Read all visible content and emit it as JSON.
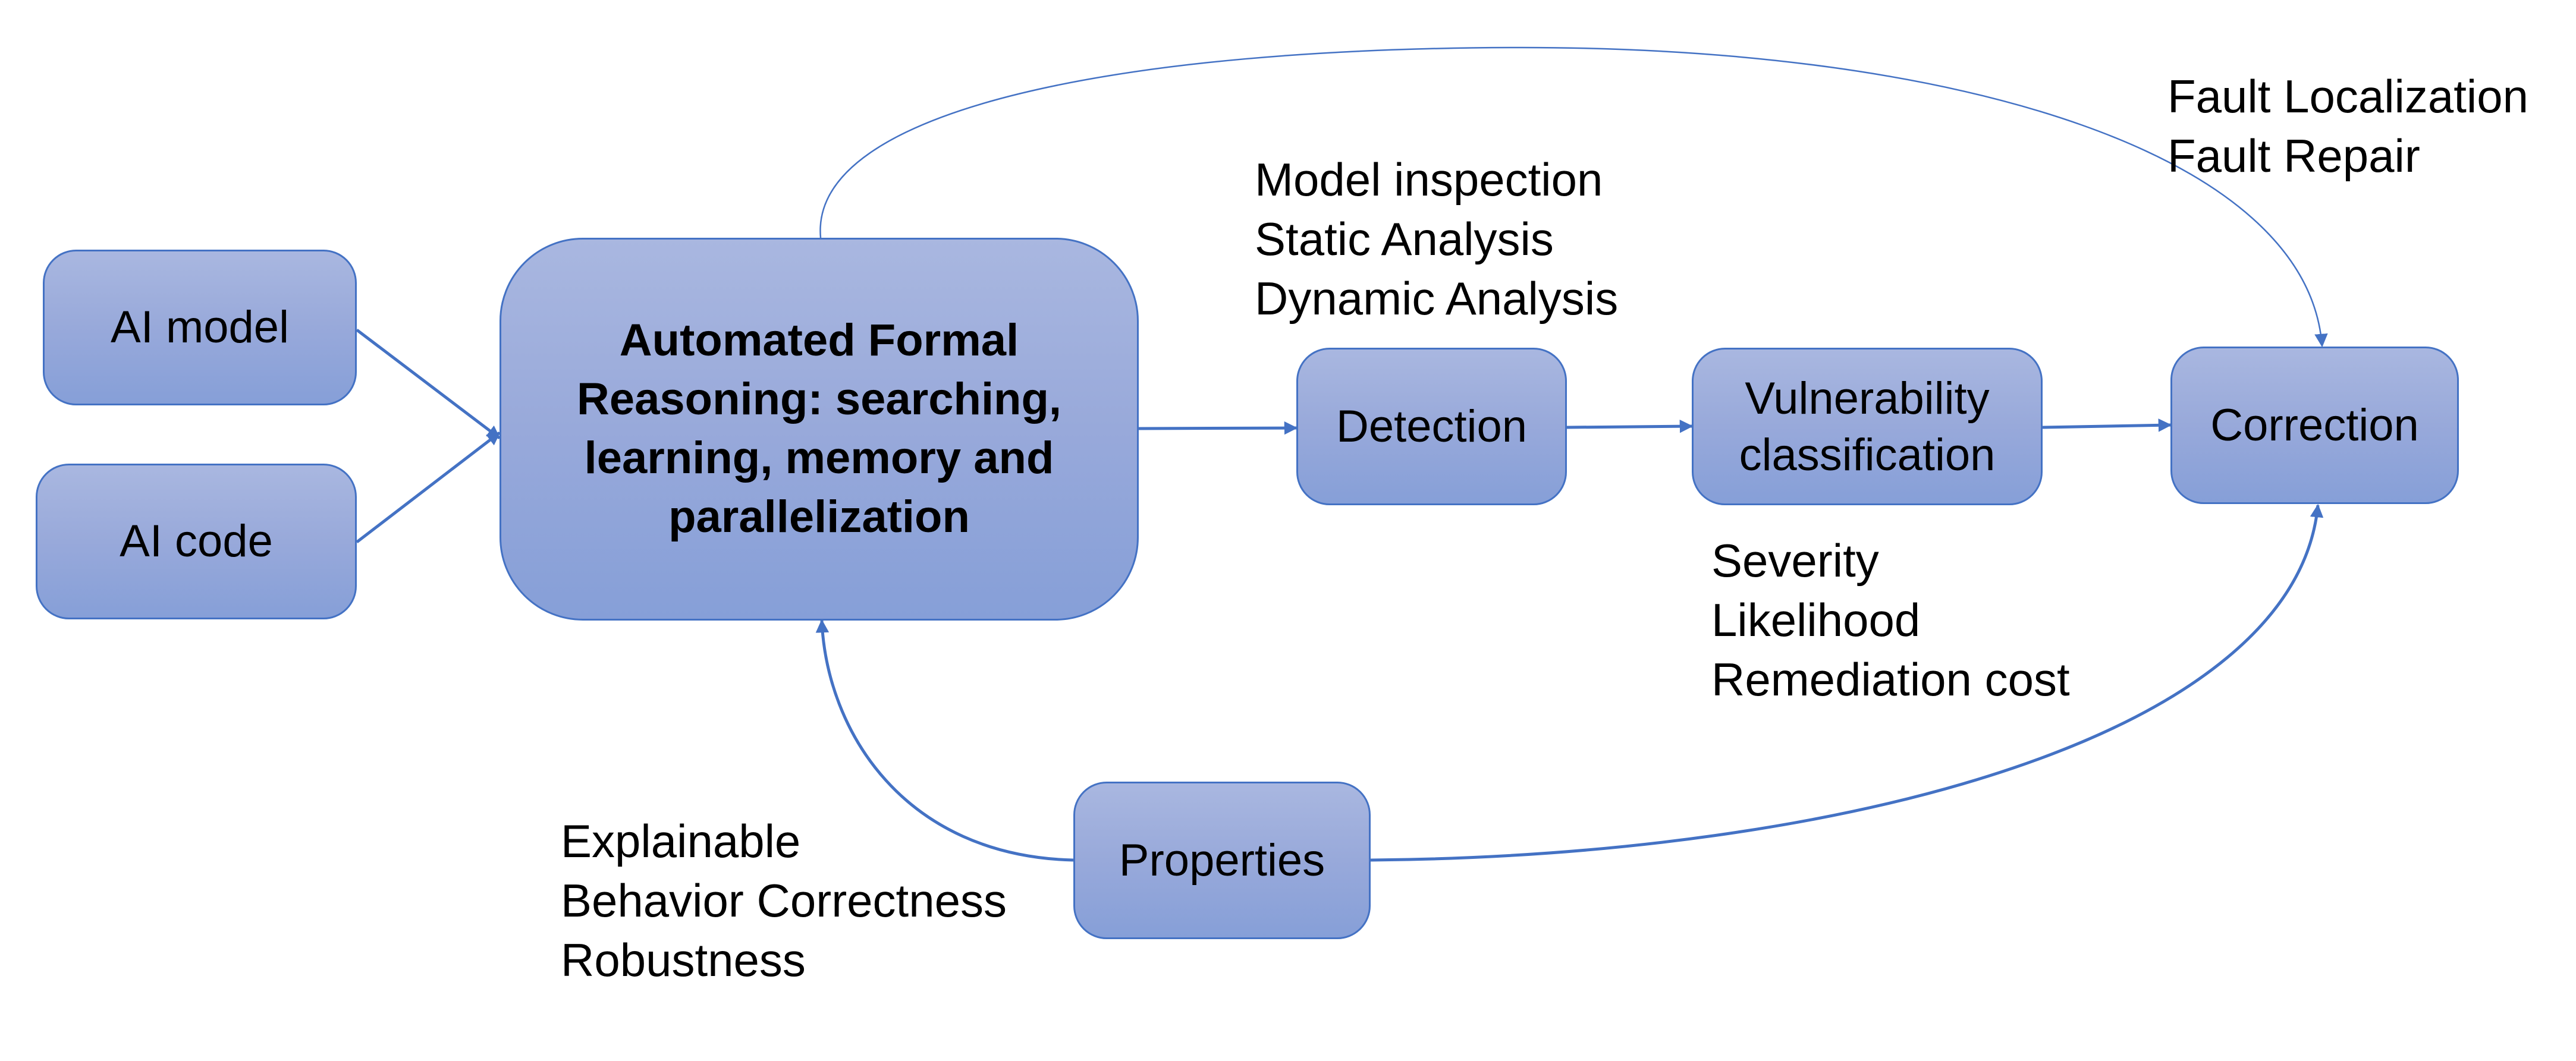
{
  "diagram": {
    "nodes": {
      "ai_model": "AI model",
      "ai_code": "AI code",
      "reasoning": [
        "Automated Formal",
        "Reasoning: searching,",
        "learning, memory and",
        "parallelization"
      ],
      "detection": "Detection",
      "vulnerability": [
        "Vulnerability",
        "classification"
      ],
      "correction": "Correction",
      "properties": "Properties"
    },
    "annotations": {
      "detection_methods": [
        "Model inspection",
        "Static Analysis",
        "Dynamic Analysis"
      ],
      "classification_criteria": [
        "Severity",
        "Likelihood",
        "Remediation cost"
      ],
      "correction_tasks": [
        "Fault Localization",
        "Fault Repair"
      ],
      "property_types": [
        "Explainable",
        "Behavior Correctness",
        "Robustness"
      ]
    },
    "edges": [
      {
        "from": "AI model",
        "to": "Automated Formal Reasoning"
      },
      {
        "from": "AI code",
        "to": "Automated Formal Reasoning"
      },
      {
        "from": "Automated Formal Reasoning",
        "to": "Detection"
      },
      {
        "from": "Detection",
        "to": "Vulnerability classification"
      },
      {
        "from": "Vulnerability classification",
        "to": "Correction"
      },
      {
        "from": "Automated Formal Reasoning",
        "to": "Correction"
      },
      {
        "from": "Properties",
        "to": "Automated Formal Reasoning"
      },
      {
        "from": "Properties",
        "to": "Correction"
      }
    ],
    "colors": {
      "edge": "#4472c4",
      "node_fill_top": "#a9b7e0",
      "node_fill_bottom": "#869fd8",
      "node_border": "#4472c4"
    }
  }
}
